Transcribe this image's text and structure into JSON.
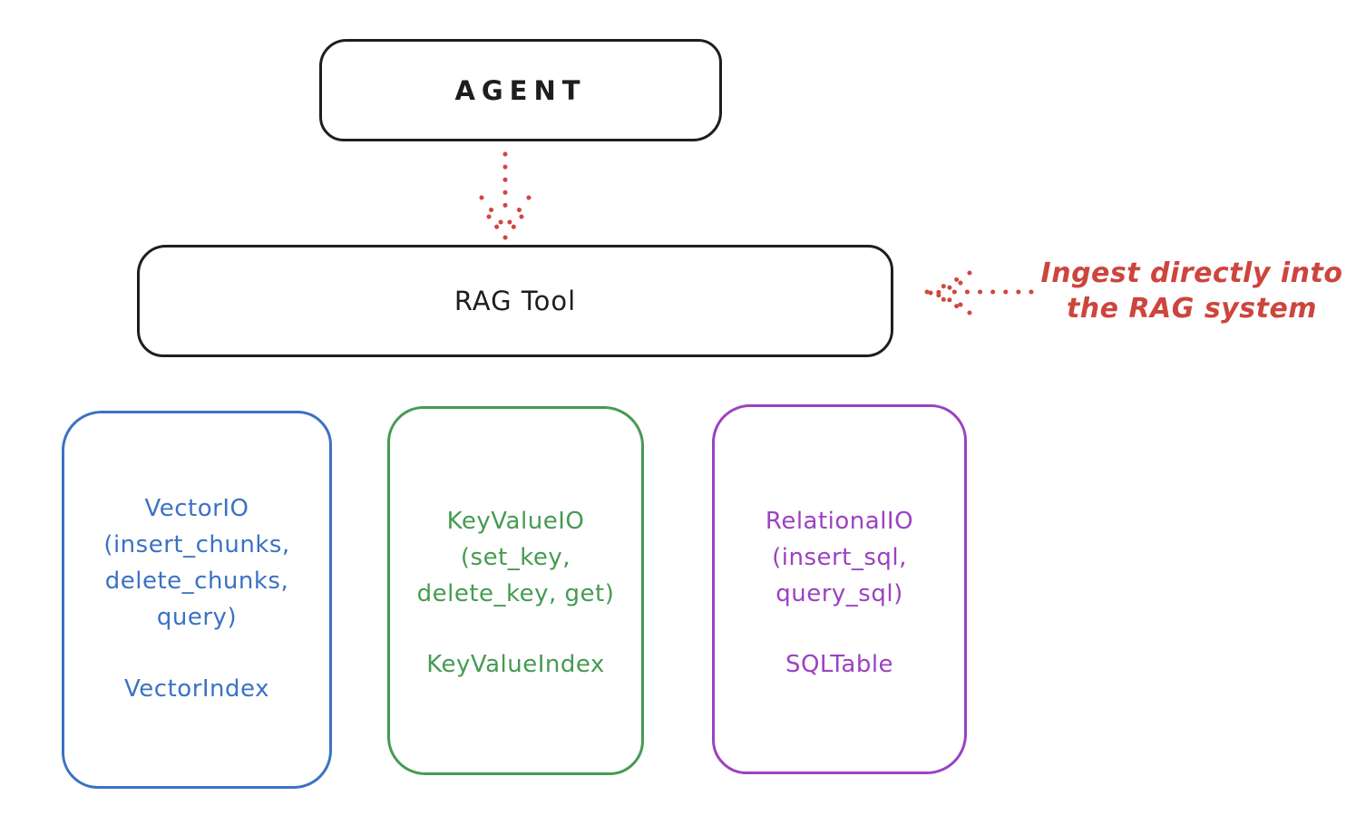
{
  "agent": {
    "label": "AGENT"
  },
  "rag_tool": {
    "label": "RAG Tool"
  },
  "annotation": {
    "lines": [
      "Ingest directly into",
      "the RAG system"
    ]
  },
  "io_boxes": [
    {
      "id": "vector-io",
      "lines": [
        "VectorIO",
        "(insert_chunks,",
        "delete_chunks,",
        "query)"
      ],
      "index_label": "VectorIndex"
    },
    {
      "id": "keyvalue-io",
      "lines": [
        "KeyValueIO",
        "(set_key,",
        "delete_key, get)"
      ],
      "index_label": "KeyValueIndex"
    },
    {
      "id": "relational-io",
      "lines": [
        "RelationalIO",
        "(insert_sql,",
        "query_sql)"
      ],
      "index_label": "SQLTable"
    }
  ],
  "colors": {
    "stroke_black": "#1e1e1e",
    "blue": "#3b72c4",
    "green": "#459b52",
    "purple": "#9c42c0",
    "red": "#cd453d",
    "background": "#ffffff"
  }
}
